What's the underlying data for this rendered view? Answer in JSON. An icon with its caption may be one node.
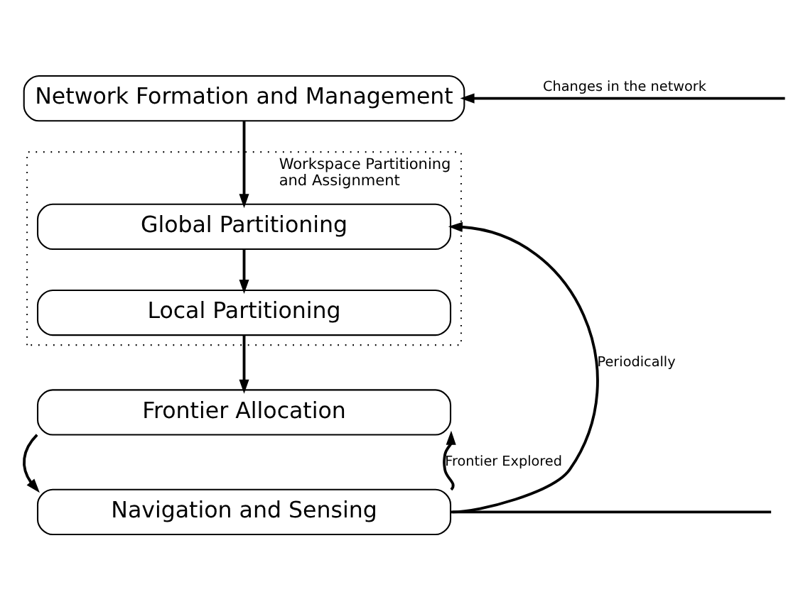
{
  "diagram": {
    "nodes": [
      {
        "text": [
          "Network Formation and Management"
        ]
      },
      {
        "text": [
          "Workspace Partitioning and Assignment"
        ]
      },
      {
        "text": [
          "Global Partitioning"
        ],
        "in": 1
      },
      {
        "text": [
          "Local Partitioning"
        ],
        "in": 1
      },
      {
        "text": [
          "Frontier Allocation"
        ]
      },
      {
        "text": [
          "Navigation and Sensing"
        ]
      }
    ],
    "edges": [
      {
        "from": 0,
        "to": 2,
        "arrow": "to"
      },
      {
        "from": 2,
        "to": 3,
        "arrow": "to"
      },
      {
        "from": 3,
        "to": 4,
        "arrow": "to"
      },
      {
        "from": 4,
        "to": 5,
        "arrow": "to"
      },
      {
        "from": 5,
        "to": 4,
        "arrow": "to",
        "label": "Frontier Explored"
      },
      {
        "from": 5,
        "to": 2,
        "arrow": "to",
        "label": "Periodically"
      },
      {
        "from": 5,
        "to": null,
        "arrow": "none"
      },
      {
        "from": null,
        "to": 0,
        "arrow": "to",
        "label": "Changes in the network"
      }
    ]
  }
}
